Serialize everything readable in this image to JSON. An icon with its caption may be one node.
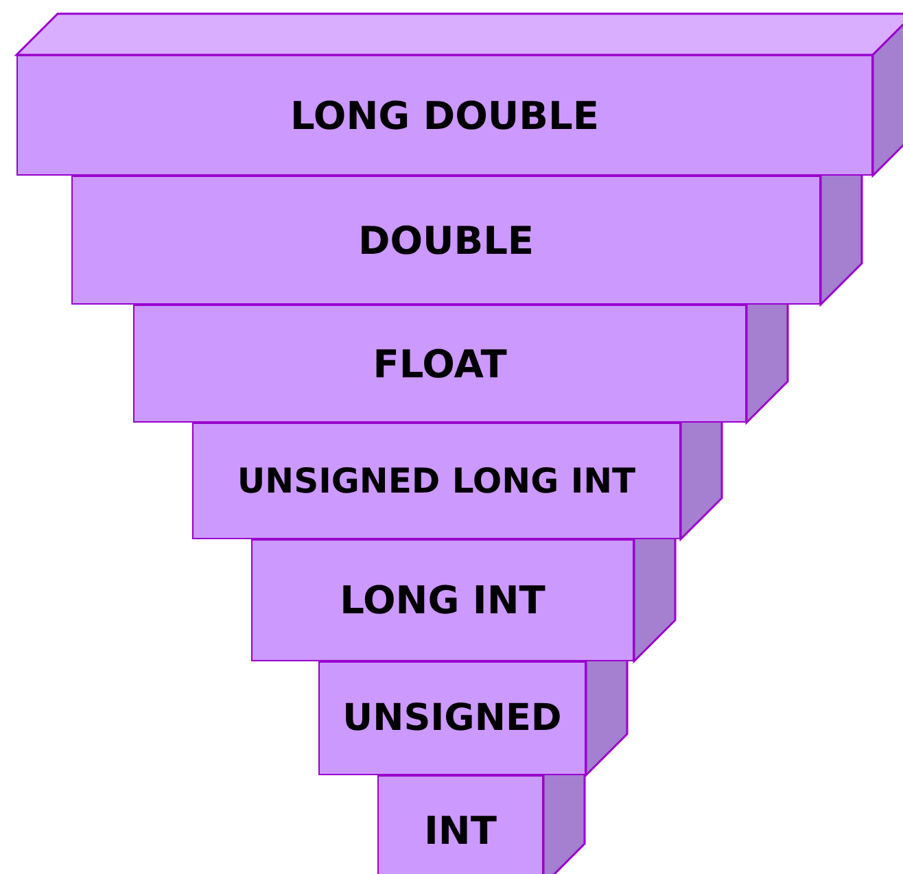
{
  "diagram": {
    "nodes": [
      {
        "text": [
          "LONG DOUBLE"
        ]
      },
      {
        "text": [
          "DOUBLE"
        ]
      },
      {
        "text": [
          "FLOAT"
        ]
      },
      {
        "text": [
          "UNSIGNED LONG INT"
        ]
      },
      {
        "text": [
          "LONG INT"
        ]
      },
      {
        "text": [
          "UNSIGNED"
        ]
      },
      {
        "text": [
          "INT"
        ]
      }
    ]
  }
}
